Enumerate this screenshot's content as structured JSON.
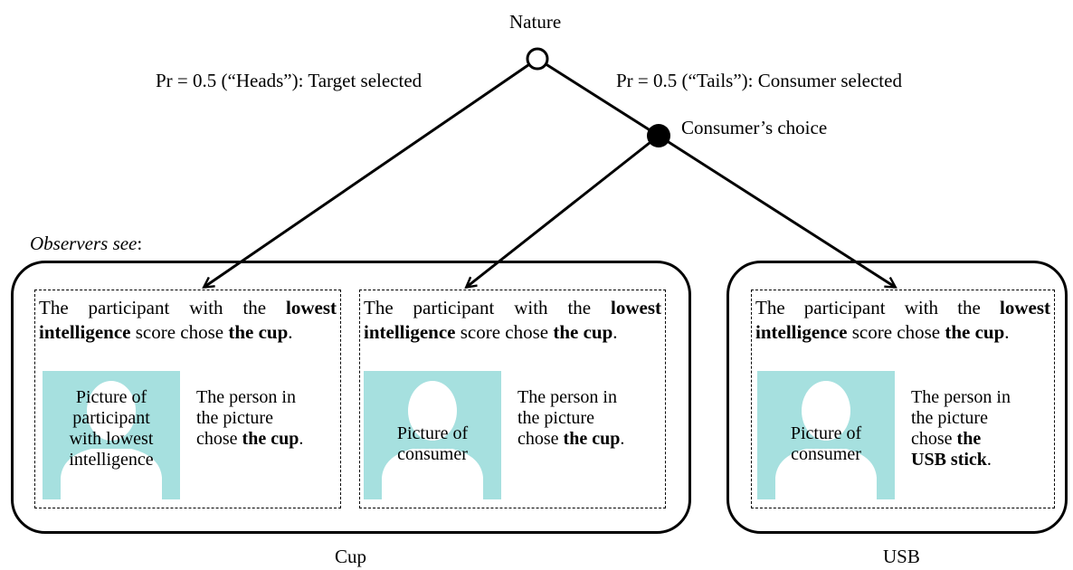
{
  "nature_label": "Nature",
  "branch_left": "Pr = 0.5 (“Heads”): Target selected",
  "branch_right": "Pr = 0.5 (“Tails”): Consumer selected",
  "consumer_node_label": "Consumer’s choice",
  "observers_label": "Observers see",
  "observers_colon": ":",
  "photo_color": "#a6e0df",
  "panels": [
    {
      "head_pre": "The participant with the ",
      "head_bold1": "lowest intelligence",
      "head_mid": " score chose ",
      "head_bold2": "the cup",
      "head_end": ".",
      "photo_lines": [
        "Picture of",
        "participant",
        "with lowest",
        "intelligence"
      ],
      "caption_lines": [
        "The person in",
        "the picture"
      ],
      "caption_chose": "chose ",
      "caption_bold": "the cup",
      "caption_end": "."
    },
    {
      "head_pre": "The participant with the ",
      "head_bold1": "lowest intelligence",
      "head_mid": " score chose ",
      "head_bold2": "the cup",
      "head_end": ".",
      "photo_lines": [
        "Picture of",
        "consumer"
      ],
      "caption_lines": [
        "The person in",
        "the picture"
      ],
      "caption_chose": "chose ",
      "caption_bold": "the cup",
      "caption_end": "."
    },
    {
      "head_pre": "The participant with the ",
      "head_bold1": "lowest intelligence",
      "head_mid": " score chose ",
      "head_bold2": "the cup",
      "head_end": ".",
      "photo_lines": [
        "Picture of",
        "consumer"
      ],
      "caption_lines": [
        "The person in",
        "the picture",
        "chose "
      ],
      "caption_bold": "the USB stick",
      "caption_end": "."
    }
  ],
  "group_left_label": "Cup",
  "group_right_label": "USB"
}
